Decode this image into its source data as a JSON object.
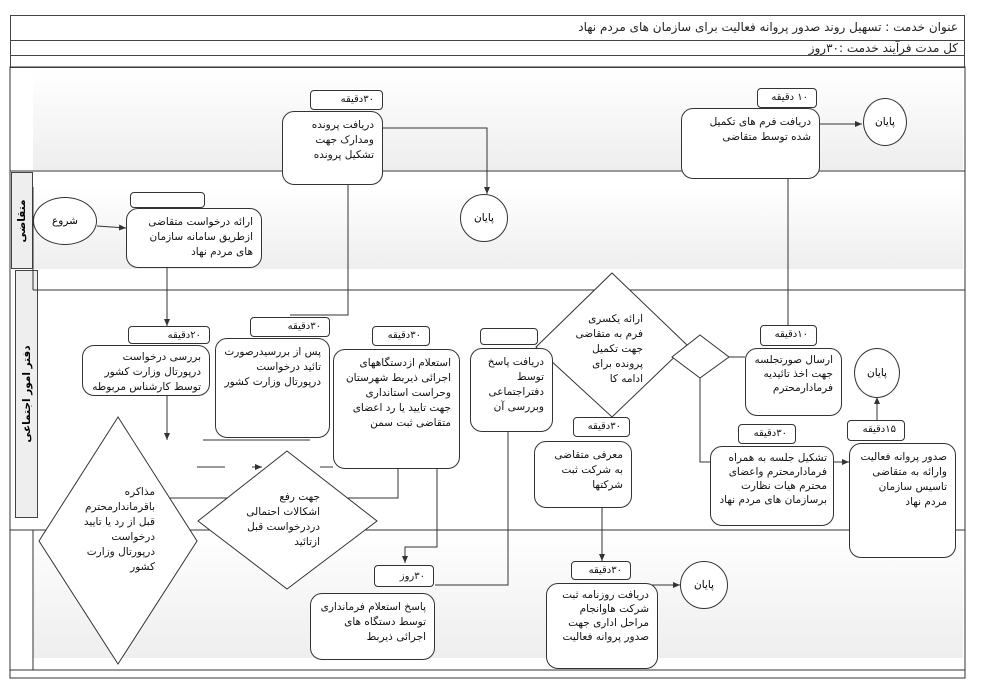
{
  "header": {
    "service_title": "عنوان خدمت : تسهیل روند صدور پروانه فعالیت برای سازمان های مردم نهاد",
    "total_duration": "کل مدت فرآیند خدمت :۳۰روز"
  },
  "lanes": {
    "applicant": "متقاضی",
    "social_affairs": "دفتر امور اجتماعی"
  },
  "nodes": {
    "receive_file": {
      "time": "۳۰دقیقه",
      "text": "دریافت پرونده ومدارک جهت تشکیل پرونده"
    },
    "receive_forms": {
      "time": "۱۰ دقیقه",
      "text": "دریافت فرم های تکمیل شده توسط متقاضی"
    },
    "end1": {
      "text": "پایان"
    },
    "start": {
      "text": "شروع"
    },
    "submit_request": {
      "time": "",
      "text": "ارائه درخواست متقاضی ازطریق سامانه سازمان های مردم نهاد"
    },
    "end2": {
      "text": "پایان"
    },
    "review_request": {
      "time": "۲۰دقیقه",
      "text": "بررسی درخواست درپورتال وزارت کشور توسط کارشناس مربوطه"
    },
    "after_review": {
      "time": "۳۰دقیقه",
      "text": "پس از بررسیدرصورت تائید درخواست درپورتال وزارت کشور"
    },
    "inquiry": {
      "time": "۳۰دقیقه",
      "text": "استعلام ازدستگاههای اجرائی ذیربط شهرستان وحراست استانداری جهت تایید یا رد اعضای متقاضی ثبت سمن"
    },
    "negotiate": {
      "text": "مذاکره باقرماندارمحترم قبل از رد یا تایید درخواست درپورتال وزارت کشور"
    },
    "resolve_issues": {
      "text": "جهت رفع اشکالات احتمالی دردرخواست قبل ازتائید"
    },
    "inquiry_reply": {
      "time": "۳۰روز",
      "text": "پاسخ استعلام فرمانداری توسط دستگاه های اجرائی ذیربط"
    },
    "receive_reply": {
      "time": "",
      "text": "دریافت پاسخ توسط دفتراجتماعی وبررسی آن"
    },
    "provide_forms": {
      "text": "ارائه یکسری فرم به متقاضی جهت تکمیل پرونده برای ادامه کا"
    },
    "introduce": {
      "time": "۳۰دقیقه",
      "text": "معرفی متقاضی به شرکت ثبت شرکتها"
    },
    "send_minutes": {
      "time": "۱۰دقیقه",
      "text": "ارسال صورتجلسه جهت اخذ تائیدیه فرمادارمحترم"
    },
    "end3": {
      "text": "پایان"
    },
    "meeting": {
      "time": "۳۰دقیقه",
      "text": "تشکیل جلسه به همراه فرمادارمحترم واعضای محترم هیات نظارت برسازمان های مردم نهاد"
    },
    "issue_license": {
      "time": "۱۵دقیقه",
      "text": "صدور پروانه فعالیت وارائه به متقاضی تاسیس سازمان مردم نهاد"
    },
    "gazette": {
      "time": "۳۰دقیقه",
      "text": "دریافت روزنامه ثبت شرکت هاوانجام مراحل اداری جهت صدور پروانه فعالیت"
    },
    "end4": {
      "text": "پایان"
    }
  }
}
